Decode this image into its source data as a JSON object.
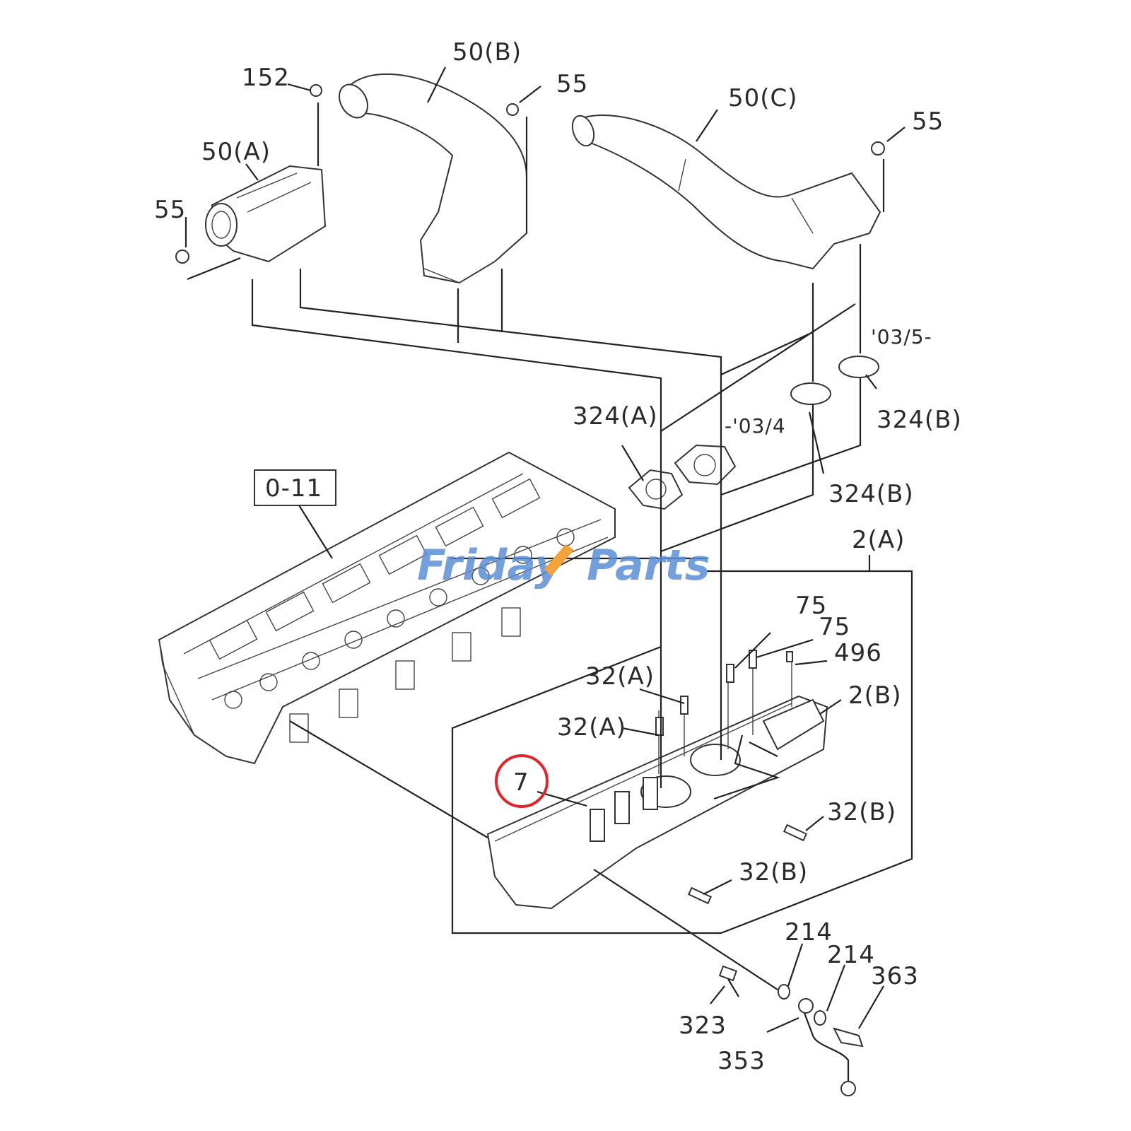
{
  "labels": {
    "l152": "152",
    "l50b": "50(B)",
    "l55a": "55",
    "l50c": "50(C)",
    "l55b": "55",
    "l50a": "50(A)",
    "l55c": "55",
    "l0305": "'03/5-",
    "l324a": "324(A)",
    "l0304": "-'03/4",
    "l324b1": "324(B)",
    "l324b2": "324(B)",
    "l011": "0-11",
    "l2a": "2(A)",
    "l75a": "75",
    "l75b": "75",
    "l496": "496",
    "l32a1": "32(A)",
    "l2b": "2(B)",
    "l32a2": "32(A)",
    "l7": "7",
    "l32b1": "32(B)",
    "l32b2": "32(B)",
    "l214a": "214",
    "l214b": "214",
    "l363": "363",
    "l323": "323",
    "l353": "353"
  },
  "watermark": {
    "left": "Friday",
    "right": "Parts"
  },
  "colors": {
    "highlight": "#e0262a",
    "watermark_blue": "#5b8fd6",
    "watermark_orange": "#f2a33a"
  }
}
